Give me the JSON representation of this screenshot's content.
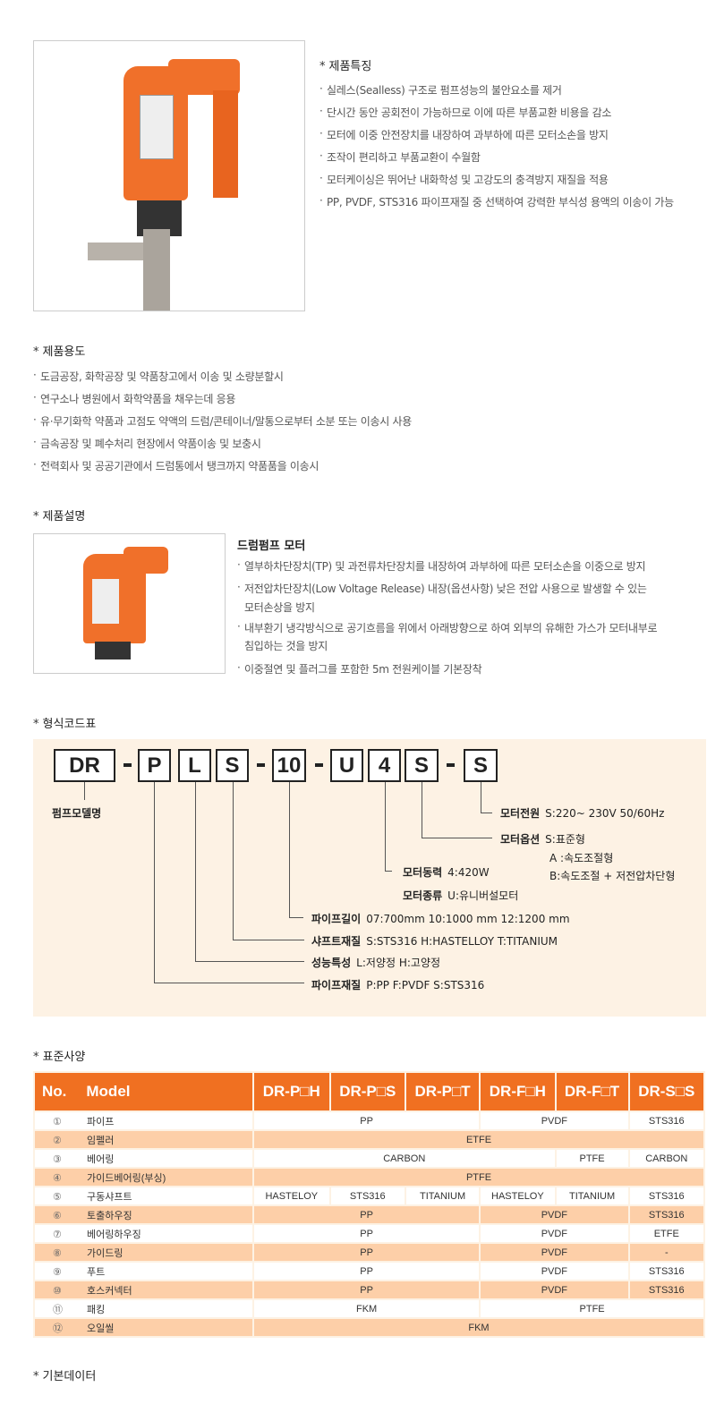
{
  "features": {
    "title": "제품특징",
    "items": [
      "실레스(Sealless) 구조로 펌프성능의 불안요소를 제거",
      "단시간 동안 공회전이 가능하므로 이에 따른 부품교환 비용을 감소",
      "모터에 이중 안전장치를 내장하여 과부하에 따른 모터소손을 방지",
      "조작이 편리하고 부품교환이 수월함",
      "모터케이싱은 뛰어난 내화학성 및 고강도의 충격방지 재질을 적용",
      "PP, PVDF, STS316 파이프재질 중 선택하여 강력한 부식성 용액의 이송이 가능"
    ]
  },
  "usage": {
    "title": "제품용도",
    "items": [
      "도금공장, 화학공장 및 약품창고에서 이송 및 소량분할시",
      "연구소나 병원에서 화학약품을 채우는데 응용",
      "유·무기화학 약품과 고점도 약액의 드럼/콘테이너/말통으로부터 소분 또는 이송시 사용",
      "금속공장 및 폐수처리 현장에서 약품이송 및 보충시",
      "전력회사 및 공공기관에서 드럼통에서 탱크까지 약품품을 이송시"
    ]
  },
  "description": {
    "title": "제품설명",
    "subtitle": "드럼펌프 모터",
    "items": [
      "열부하차단장치(TP) 및 과전류차단장치를 내장하여 과부하에 따른 모터소손을 이중으로 방지",
      "저전압차단장치(Low Voltage Release) 내장(옵션사항) 낮은 전압 사용으로 발생할 수 있는",
      "모터손상을 방지",
      "내부환기 냉각방식으로 공기흐름을 위에서 아래방향으로 하여 외부의 유해한 가스가 모터내부로",
      "침입하는 것을 방지",
      "이중절연 및 플러그를 포함한 5m 전원케이블 기본장착"
    ]
  },
  "code": {
    "title": "형식코드표",
    "boxes": [
      "DR",
      "P",
      "L",
      "S",
      "10",
      "U",
      "4",
      "S",
      "S"
    ],
    "model_label": "펌프모델명",
    "power": {
      "k": "모터전원",
      "v": "S:220~ 230V  50/60Hz"
    },
    "option": {
      "k": "모터옵션",
      "v": "S:표준형",
      "v2": "A :속도조절형",
      "v3": "B:속도조절 + 저전압차단형"
    },
    "output": {
      "k": "모터동력",
      "v": "4:420W"
    },
    "type": {
      "k": "모터종류",
      "v": "U:유니버설모터"
    },
    "length": {
      "k": "파이프길이",
      "v": "07:700mm  10:1000 mm  12:1200 mm"
    },
    "shaft": {
      "k": "샤프트재질",
      "v": "S:STS316  H:HASTELLOY  T:TITANIUM"
    },
    "perf": {
      "k": "성능특성",
      "v": "L:저양정  H:고양정"
    },
    "pipe": {
      "k": "파이프재질",
      "v": "P:PP  F:PVDF  S:STS316"
    }
  },
  "spec": {
    "title": "표준사양",
    "h_no": "No.",
    "h_model": "Model",
    "models": [
      "DR-P□H",
      "DR-P□S",
      "DR-P□T",
      "DR-F□H",
      "DR-F□T",
      "DR-S□S"
    ],
    "rows": [
      {
        "n": "①",
        "k": "파이프",
        "c": [
          [
            "PP",
            3
          ],
          [
            "PVDF",
            2
          ],
          [
            "STS316",
            1
          ]
        ]
      },
      {
        "n": "②",
        "k": "임펠러",
        "c": [
          [
            "ETFE",
            6
          ]
        ]
      },
      {
        "n": "③",
        "k": "베어링",
        "c": [
          [
            "CARBON",
            4
          ],
          [
            "PTFE",
            1
          ],
          [
            "CARBON",
            1
          ]
        ]
      },
      {
        "n": "④",
        "k": "가이드베어링(부싱)",
        "c": [
          [
            "PTFE",
            6
          ]
        ]
      },
      {
        "n": "⑤",
        "k": "구동샤프트",
        "c": [
          [
            "HASTELOY",
            1
          ],
          [
            "STS316",
            1
          ],
          [
            "TITANIUM",
            1
          ],
          [
            "HASTELOY",
            1
          ],
          [
            "TITANIUM",
            1
          ],
          [
            "STS316",
            1
          ]
        ]
      },
      {
        "n": "⑥",
        "k": "토출하우징",
        "c": [
          [
            "PP",
            3
          ],
          [
            "PVDF",
            2
          ],
          [
            "STS316",
            1
          ]
        ]
      },
      {
        "n": "⑦",
        "k": "베어링하우징",
        "c": [
          [
            "PP",
            3
          ],
          [
            "PVDF",
            2
          ],
          [
            "ETFE",
            1
          ]
        ]
      },
      {
        "n": "⑧",
        "k": "가이드링",
        "c": [
          [
            "PP",
            3
          ],
          [
            "PVDF",
            2
          ],
          [
            "-",
            1
          ]
        ]
      },
      {
        "n": "⑨",
        "k": "푸트",
        "c": [
          [
            "PP",
            3
          ],
          [
            "PVDF",
            2
          ],
          [
            "STS316",
            1
          ]
        ]
      },
      {
        "n": "⑩",
        "k": "호스커넥터",
        "c": [
          [
            "PP",
            3
          ],
          [
            "PVDF",
            2
          ],
          [
            "STS316",
            1
          ]
        ]
      },
      {
        "n": "⑪",
        "k": "패킹",
        "c": [
          [
            "FKM",
            3
          ],
          [
            "PTFE",
            3
          ]
        ]
      },
      {
        "n": "⑫",
        "k": "오일씰",
        "c": [
          [
            "FKM",
            6
          ]
        ]
      }
    ]
  },
  "basic": {
    "title": "기본데이터"
  },
  "colors": {
    "accent": "#f07021",
    "row_alt": "#fdcfa8",
    "panel": "#fdf2e4"
  }
}
